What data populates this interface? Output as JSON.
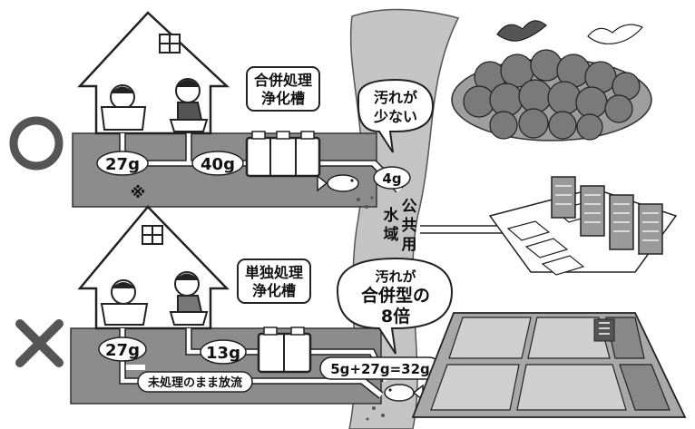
{
  "top_row": {
    "verdict_symbol": "○",
    "tank_label": [
      "合併処理",
      "浄化槽"
    ],
    "bath_value": "27g",
    "toilet_value": "40g",
    "outflow_value": "4g",
    "note_mark": "※",
    "bubble": [
      "汚れが",
      "少ない"
    ]
  },
  "bottom_row": {
    "verdict_symbol": "×",
    "tank_label": [
      "単独処理",
      "浄化槽"
    ],
    "bath_value": "27g",
    "toilet_value": "13g",
    "untreated_label": "未処理のまま放流",
    "total_equation": "5g+27g=32g",
    "bubble": [
      "汚れが",
      "合併型の",
      "8倍"
    ]
  },
  "water_body_label": [
    "公",
    "水",
    "共",
    "域",
    "用"
  ],
  "colors": {
    "ground": "#8c8c8c",
    "river": "#bdbdbd",
    "trees": "#7a7a7a",
    "ink": "#111111"
  }
}
